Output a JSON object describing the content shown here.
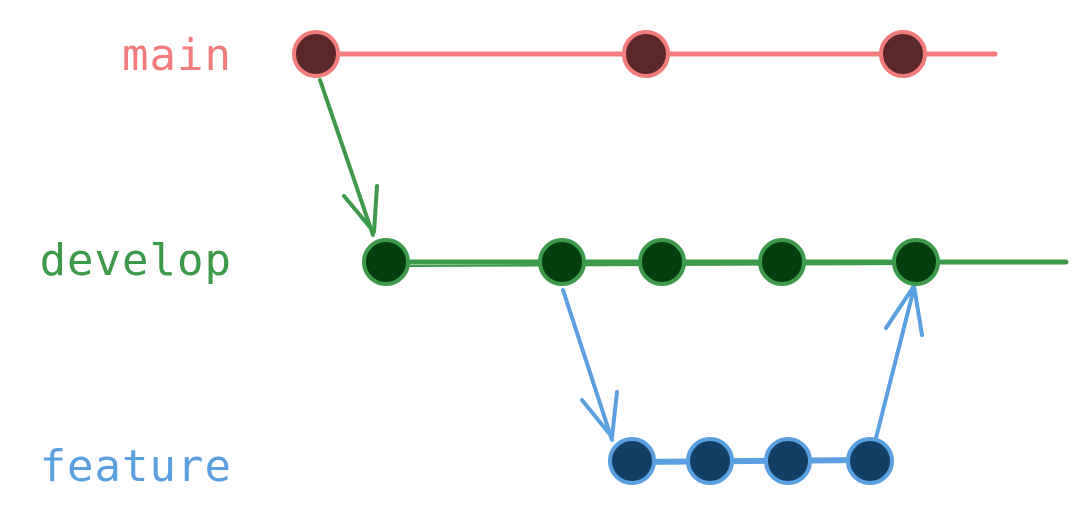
{
  "diagram": {
    "branches": [
      {
        "id": "main",
        "label": "main",
        "color": "#f27b7b",
        "node_fill": "#5a2828"
      },
      {
        "id": "develop",
        "label": "develop",
        "color": "#3c9a48",
        "node_fill": "#033f0d"
      },
      {
        "id": "feature",
        "label": "feature",
        "color": "#5aa0e0",
        "node_fill": "#143e63"
      }
    ],
    "commits": [
      {
        "branch": "main",
        "index": 1
      },
      {
        "branch": "main",
        "index": 2
      },
      {
        "branch": "main",
        "index": 3
      },
      {
        "branch": "develop",
        "index": 1
      },
      {
        "branch": "develop",
        "index": 2
      },
      {
        "branch": "develop",
        "index": 3
      },
      {
        "branch": "develop",
        "index": 4
      },
      {
        "branch": "develop",
        "index": 5
      },
      {
        "branch": "feature",
        "index": 1
      },
      {
        "branch": "feature",
        "index": 2
      },
      {
        "branch": "feature",
        "index": 3
      },
      {
        "branch": "feature",
        "index": 4
      }
    ],
    "arrows": [
      {
        "from_branch": "main",
        "from_commit": 1,
        "to_branch": "develop",
        "to_commit": 1
      },
      {
        "from_branch": "develop",
        "from_commit": 2,
        "to_branch": "feature",
        "to_commit": 1
      },
      {
        "from_branch": "feature",
        "from_commit": 4,
        "to_branch": "develop",
        "to_commit": 5
      }
    ]
  }
}
